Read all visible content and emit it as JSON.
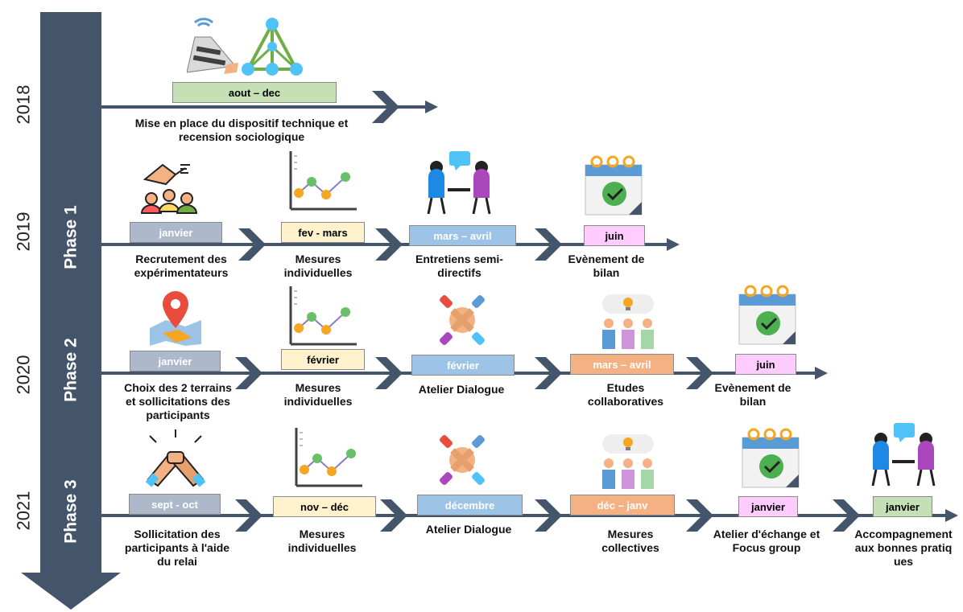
{
  "years": [
    "2018",
    "2019",
    "2020",
    "2021"
  ],
  "phases": [
    "Phase 1",
    "Phase 2",
    "Phase 3"
  ],
  "row2018": {
    "date": "aout – dec",
    "label": "Mise en place du dispositif technique et recension sociologique"
  },
  "row2019": [
    {
      "date": "janvier",
      "label": "Recrutement des expérimentateurs",
      "icon": "recruitment-icon"
    },
    {
      "date": "fev - mars",
      "label": "Mesures individuelles",
      "icon": "line-chart-icon"
    },
    {
      "date": "mars – avril",
      "label": "Entretiens semi-directifs",
      "icon": "interview-icon"
    },
    {
      "date": "juin",
      "label": "Evènement de bilan",
      "icon": "calendar-check-icon"
    }
  ],
  "row2020": [
    {
      "date": "janvier",
      "label": "Choix des 2 terrains et sollicitations des participants",
      "icon": "map-pin-icon"
    },
    {
      "date": "février",
      "label": "Mesures individuelles",
      "icon": "line-chart-icon"
    },
    {
      "date": "février",
      "label": "Atelier Dialogue",
      "icon": "teamwork-icon"
    },
    {
      "date": "mars – avril",
      "label": "Etudes collaboratives",
      "icon": "group-idea-icon"
    },
    {
      "date": "juin",
      "label": "Evènement de bilan",
      "icon": "calendar-check-icon"
    }
  ],
  "row2021": [
    {
      "date": "sept - oct",
      "label": "Sollicitation des participants à l'aide du relai",
      "icon": "handshake-icon"
    },
    {
      "date": "nov – déc",
      "label": "Mesures individuelles",
      "icon": "line-chart-icon"
    },
    {
      "date": "décembre",
      "label": "Atelier Dialogue",
      "icon": "teamwork-icon"
    },
    {
      "date": "déc – janv",
      "label": "Mesures collectives",
      "icon": "group-idea-icon"
    },
    {
      "date": "janvier",
      "label": "Atelier d'échange et Focus group",
      "icon": "calendar-check-icon"
    },
    {
      "date": "janvier",
      "label": "Accompagnement aux bonnes pratiques",
      "icon": "interview-icon"
    }
  ],
  "colors": {
    "arrow": "#44546a",
    "green": "#c5e0b4",
    "slate": "#adb9ca",
    "cream": "#fff2cc",
    "blue": "#9dc3e6",
    "pink": "#ffccff",
    "orange": "#f4b183"
  }
}
